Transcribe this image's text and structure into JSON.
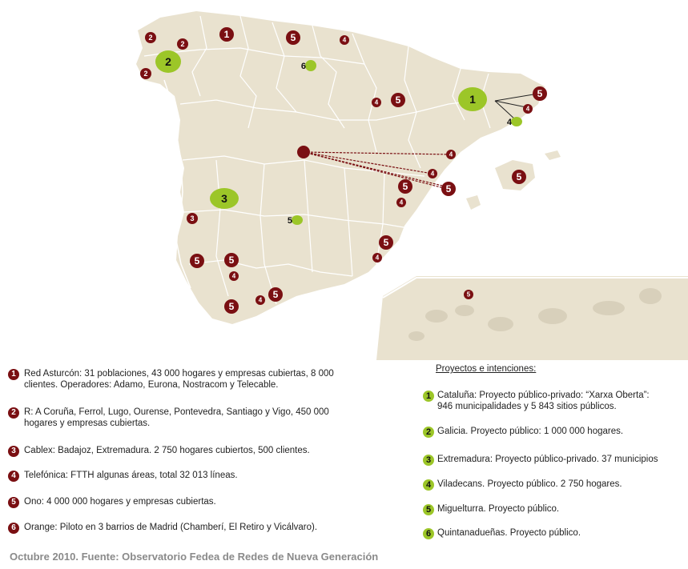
{
  "map": {
    "operator_markers": [
      {
        "num": "2"
      },
      {
        "num": "2"
      },
      {
        "num": "2"
      },
      {
        "num": "1"
      },
      {
        "num": "5"
      },
      {
        "num": "4"
      },
      {
        "num": "4"
      },
      {
        "num": "5"
      },
      {
        "num": "5"
      },
      {
        "num": "4"
      },
      {
        "num": "4"
      },
      {
        "num": "4"
      },
      {
        "num": "5"
      },
      {
        "num": "5"
      },
      {
        "num": "4"
      },
      {
        "num": "5"
      },
      {
        "num": "3"
      },
      {
        "num": "5"
      },
      {
        "num": "4"
      },
      {
        "num": "5"
      },
      {
        "num": "5"
      },
      {
        "num": "4"
      },
      {
        "num": "5"
      },
      {
        "num": "5"
      },
      {
        "num": "4"
      },
      {
        "num": "5"
      },
      {
        "num": "4"
      }
    ],
    "project_markers": [
      {
        "num": "2"
      },
      {
        "num": "6"
      },
      {
        "num": "1"
      },
      {
        "num": "4"
      },
      {
        "num": "3"
      },
      {
        "num": "5"
      }
    ],
    "colors": {
      "land": "#e9e2cf",
      "border": "#ffffff",
      "operator": "#7a0f12",
      "project": "#9cc628",
      "lines": "#7a0f12"
    }
  },
  "legend_operators": [
    {
      "num": "1",
      "text1": "Red Asturcón: 31 poblaciones, 43 000 hogares y empresas cubiertas, 8 000",
      "text2": "clientes. Operadores: Adamo, Eurona, Nostracom y Telecable."
    },
    {
      "num": "2",
      "text1": "R: A Coruña, Ferrol, Lugo, Ourense, Pontevedra, Santiago y Vigo, 450 000",
      "text2": "hogares y empresas cubiertas."
    },
    {
      "num": "3",
      "text1": "Cablex: Badajoz, Extremadura. 2 750 hogares cubiertos, 500 clientes.",
      "text2": ""
    },
    {
      "num": "4",
      "text1": "Telefónica: FTTH algunas áreas, total 32 013 líneas.",
      "text2": ""
    },
    {
      "num": "5",
      "text1": "Ono: 4 000 000 hogares y empresas cubiertas.",
      "text2": ""
    },
    {
      "num": "6",
      "text1": "Orange: Piloto en 3 barrios de Madrid (Chamberí, El Retiro y Vicálvaro).",
      "text2": ""
    }
  ],
  "legend_projects": {
    "title": "Proyectos e intenciones:",
    "items": [
      {
        "num": "1",
        "text1": "Cataluña: Proyecto público-privado: “Xarxa Oberta”:",
        "text2": "946 municipalidades y 5 843 sitios públicos."
      },
      {
        "num": "2",
        "text1": "Galicia. Proyecto público: 1 000 000 hogares.",
        "text2": ""
      },
      {
        "num": "3",
        "text1": "Extremadura: Proyecto público-privado. 37 municipios",
        "text2": ""
      },
      {
        "num": "4",
        "text1": "Viladecans. Proyecto público. 2 750 hogares.",
        "text2": ""
      },
      {
        "num": "5",
        "text1": "Miguelturra. Proyecto público.",
        "text2": ""
      },
      {
        "num": "6",
        "text1": "Quintanadueñas. Proyecto público.",
        "text2": ""
      }
    ]
  },
  "footer": "Octubre 2010. Fuente: Observatorio Fedea de Redes de Nueva Generación"
}
